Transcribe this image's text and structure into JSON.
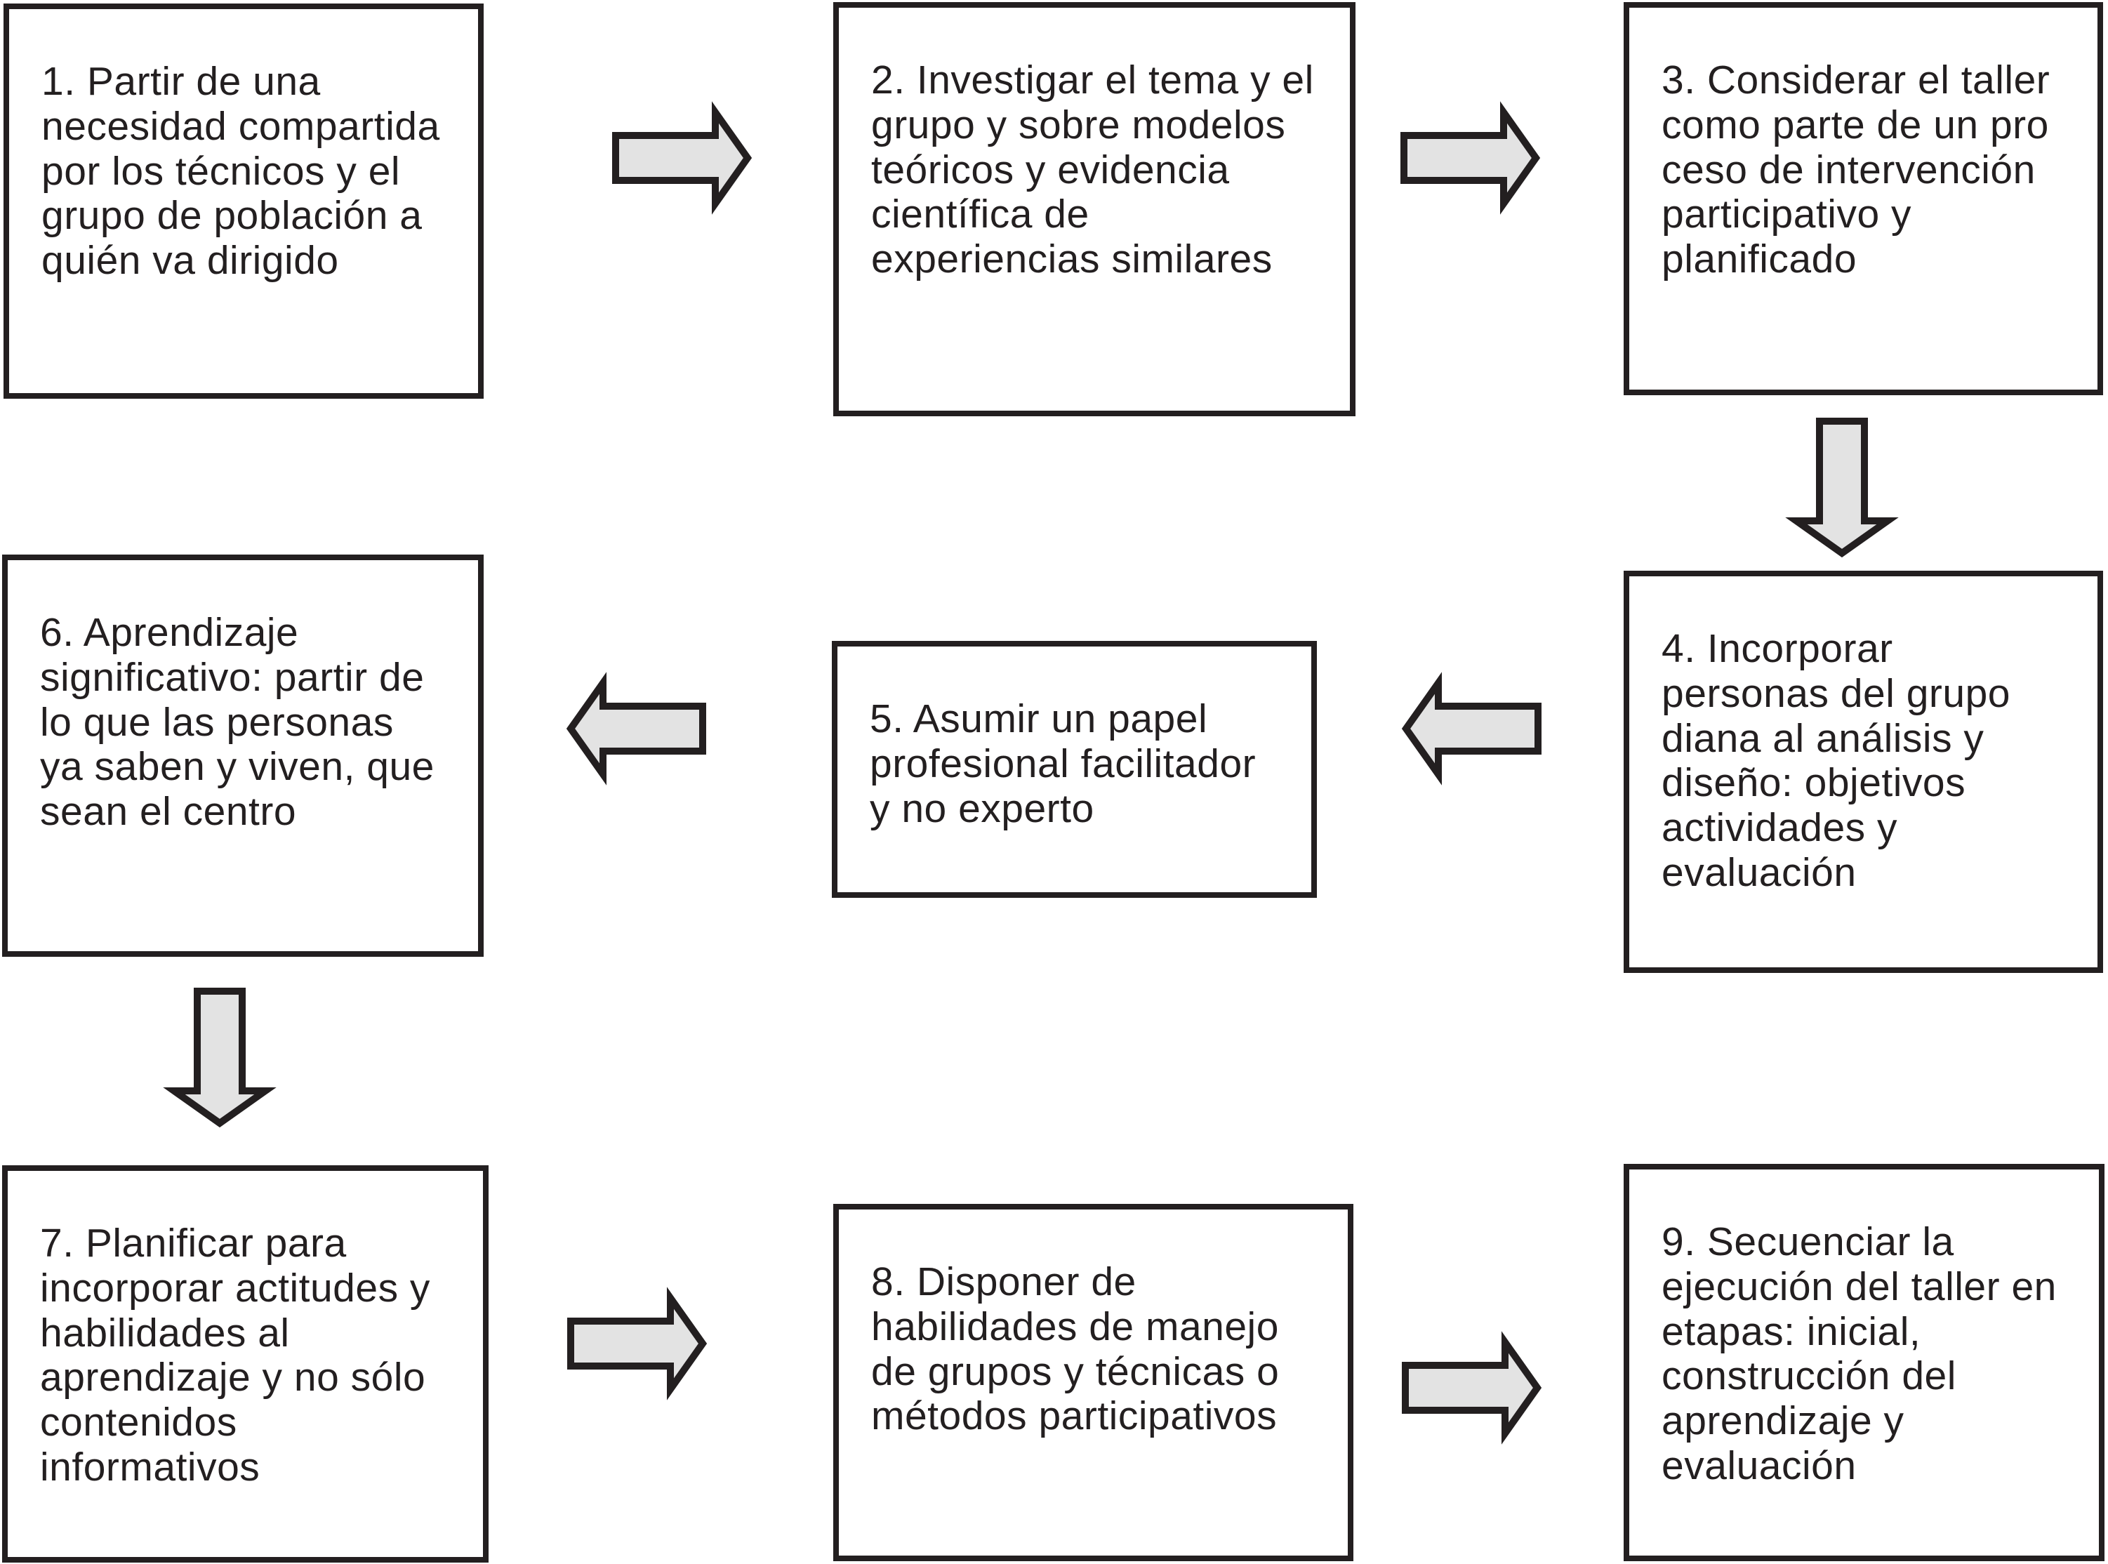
{
  "flowchart": {
    "type": "process-flow-diagram",
    "language": "es",
    "colors": {
      "background": "#ffffff",
      "box_border": "#231f20",
      "text": "#231f20",
      "arrow_fill": "#e3e3e3",
      "arrow_outline": "#231f20"
    },
    "steps": [
      {
        "number": 1,
        "label": "1. Partir de una necesidad compartida por los técnicos y el grupo de población a quién va dirigido"
      },
      {
        "number": 2,
        "label": "2. Investigar el tema y el grupo y sobre modelos teóricos y evidencia científica de experiencias similares"
      },
      {
        "number": 3,
        "label": "3. Considerar el taller como parte de un pro ceso de intervención participativo y planificado"
      },
      {
        "number": 4,
        "label": "4. Incorporar personas del grupo diana al análisis y diseño: objetivos actividades y evaluación"
      },
      {
        "number": 5,
        "label": "5. Asumir un papel profesional facilitador y no experto"
      },
      {
        "number": 6,
        "label": "6. Aprendizaje significativo: partir de lo que las personas ya saben y viven, que sean el centro"
      },
      {
        "number": 7,
        "label": "7. Planificar para incorporar actitudes y habilidades al aprendizaje y no sólo contenidos informativos"
      },
      {
        "number": 8,
        "label": "8. Disponer de habilidades de manejo de grupos y técnicas o métodos participativos"
      },
      {
        "number": 9,
        "label": "9. Secuenciar la ejecución del taller en etapas: inicial, construcción del aprendizaje y evaluación"
      }
    ],
    "connections": [
      {
        "from": 1,
        "to": 2,
        "direction": "right"
      },
      {
        "from": 2,
        "to": 3,
        "direction": "right"
      },
      {
        "from": 3,
        "to": 4,
        "direction": "down"
      },
      {
        "from": 4,
        "to": 5,
        "direction": "left"
      },
      {
        "from": 5,
        "to": 6,
        "direction": "left"
      },
      {
        "from": 6,
        "to": 7,
        "direction": "down"
      },
      {
        "from": 7,
        "to": 8,
        "direction": "right"
      },
      {
        "from": 8,
        "to": 9,
        "direction": "right"
      }
    ]
  }
}
